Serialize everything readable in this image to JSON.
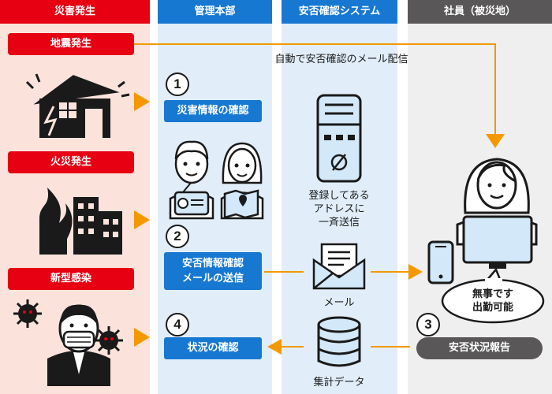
{
  "columns": {
    "disaster": "災害発生",
    "hq": "管理本部",
    "system": "安否確認システム",
    "employee": "社員（被災地）"
  },
  "events": {
    "earthquake": "地震発生",
    "fire": "火災発生",
    "infection": "新型感染"
  },
  "auto_mail_label": "自動で安否確認のメール配信",
  "steps": [
    {
      "number": "1",
      "label": "災害情報の確認"
    },
    {
      "number": "2",
      "label": "安否情報確認メールの送信",
      "line1": "安否情報確認",
      "line2": "メールの送信"
    },
    {
      "number": "3",
      "label": "安否状況報告"
    },
    {
      "number": "4",
      "label": "状況の確認"
    }
  ],
  "system_labels": {
    "broadcast_line1": "登録してある",
    "broadcast_line2": "アドレスに",
    "broadcast_line3": "一斉送信",
    "mail": "メール",
    "aggregate": "集計データ"
  },
  "speech_bubble": {
    "line1": "無事です",
    "line2": "出勤可能"
  },
  "colors": {
    "red": "#e60012",
    "blue": "#1778d2",
    "orange": "#f39800",
    "pink_bg": "#fbe3dc",
    "light_blue_bg": "#e1eef9",
    "gray": "#595757",
    "light_gray_bg": "#efefef",
    "icon_fill": "#d3e8f8"
  },
  "icons": [
    "collapsed-house-icon",
    "burning-building-icon",
    "masked-person-icon",
    "virus-icon",
    "news-reader-man-icon",
    "map-reader-woman-icon",
    "server-icon",
    "envelope-icon",
    "database-icon",
    "employee-at-laptop-icon",
    "smartphone-icon"
  ]
}
